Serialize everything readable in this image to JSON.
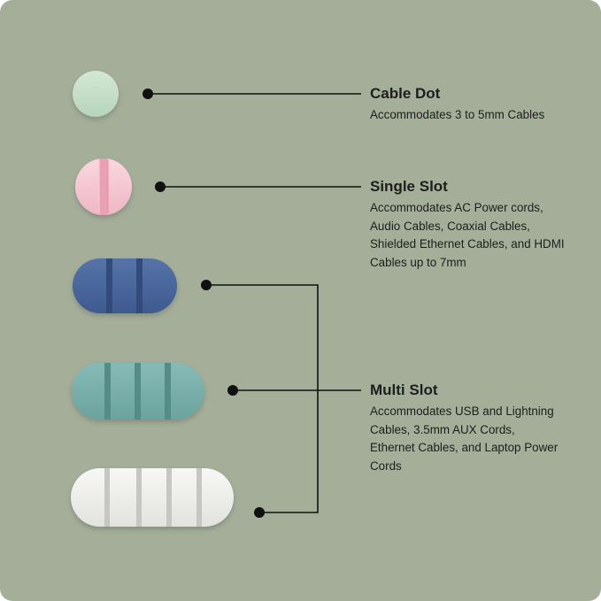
{
  "products": [
    {
      "title": "Cable Dot",
      "description": "Accommodates 3 to 5mm Cables",
      "color": "#c0dbc3"
    },
    {
      "title": "Single Slot",
      "description": "Accommodates AC Power cords, Audio Cables, Coaxial Cables, Shielded Ethernet Cables, and HDMI Cables up to 7mm",
      "color": "#f4c6d2"
    },
    {
      "title": "Multi Slot",
      "description": "Accommodates USB and Lightning Cables, 3.5mm AUX Cords, Ethernet Cables, and Laptop Power Cords",
      "colors": [
        "#4a669c",
        "#78aeaa",
        "#ececea"
      ]
    }
  ],
  "colors": {
    "background": "#a4ae99",
    "line": "#111111",
    "text": "#1e1e1e"
  }
}
